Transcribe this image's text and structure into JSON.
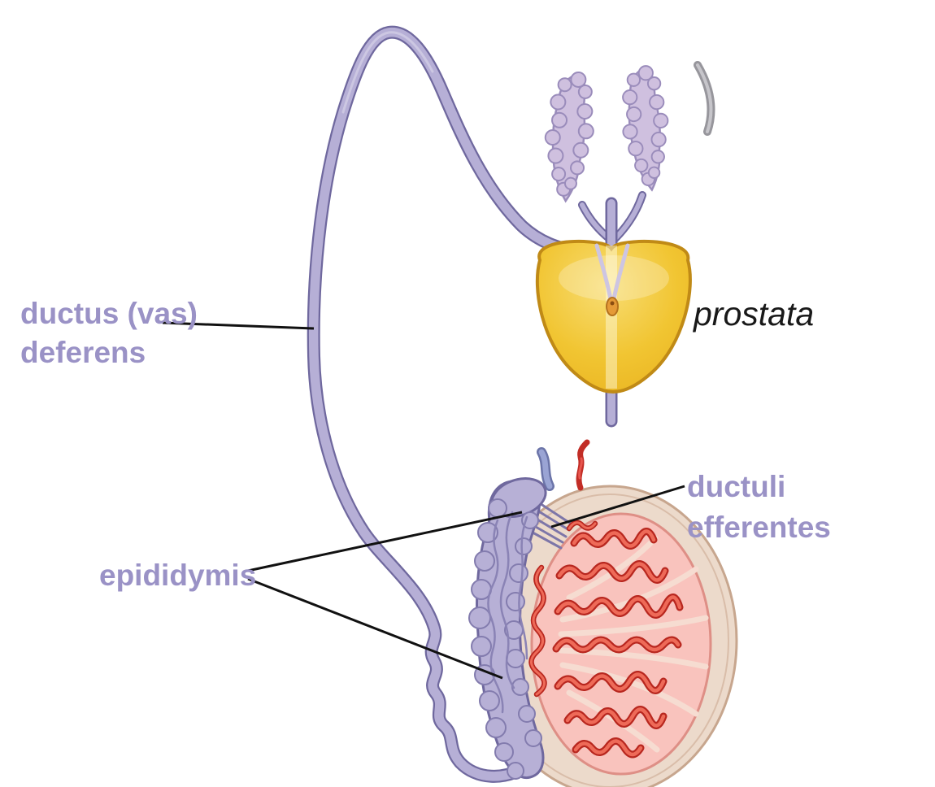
{
  "diagram": {
    "labels": {
      "ductus_deferens": {
        "line1": "ductus (vas)",
        "line2": "deferens"
      },
      "prostata": {
        "text": "prostata"
      },
      "ductuli_efferentes": {
        "line1": "ductuli",
        "line2": "efferentes"
      },
      "epididymis": {
        "text": "epididymis"
      }
    },
    "colors": {
      "label_purple": "#9a92c6",
      "label_dark": "#191919",
      "duct_fill": "#b6afd6",
      "duct_outline": "#6f689e",
      "vesicle_fill": "#cfc0df",
      "vesicle_outline": "#9a8cbb",
      "prostate_fill": "#f1c532",
      "prostate_outline": "#c08a16",
      "tunica_fill": "#ecdacb",
      "tunica_outline": "#c7a68e",
      "testis_fill": "#f9c3bd",
      "testis_outline": "#de8f86",
      "septum": "#f6dcd1",
      "tubule_dark": "#b8271f",
      "tubule_light": "#ee6a58",
      "epididymis_fill": "#b7b0d6",
      "epididymis_outline": "#6f689e",
      "epididymis_texture": "#8a83b5",
      "ductuli_color": "#7d76a8",
      "artery": "#c22d26",
      "vein": "#9aa4d4",
      "leader_line": "#111111"
    }
  }
}
